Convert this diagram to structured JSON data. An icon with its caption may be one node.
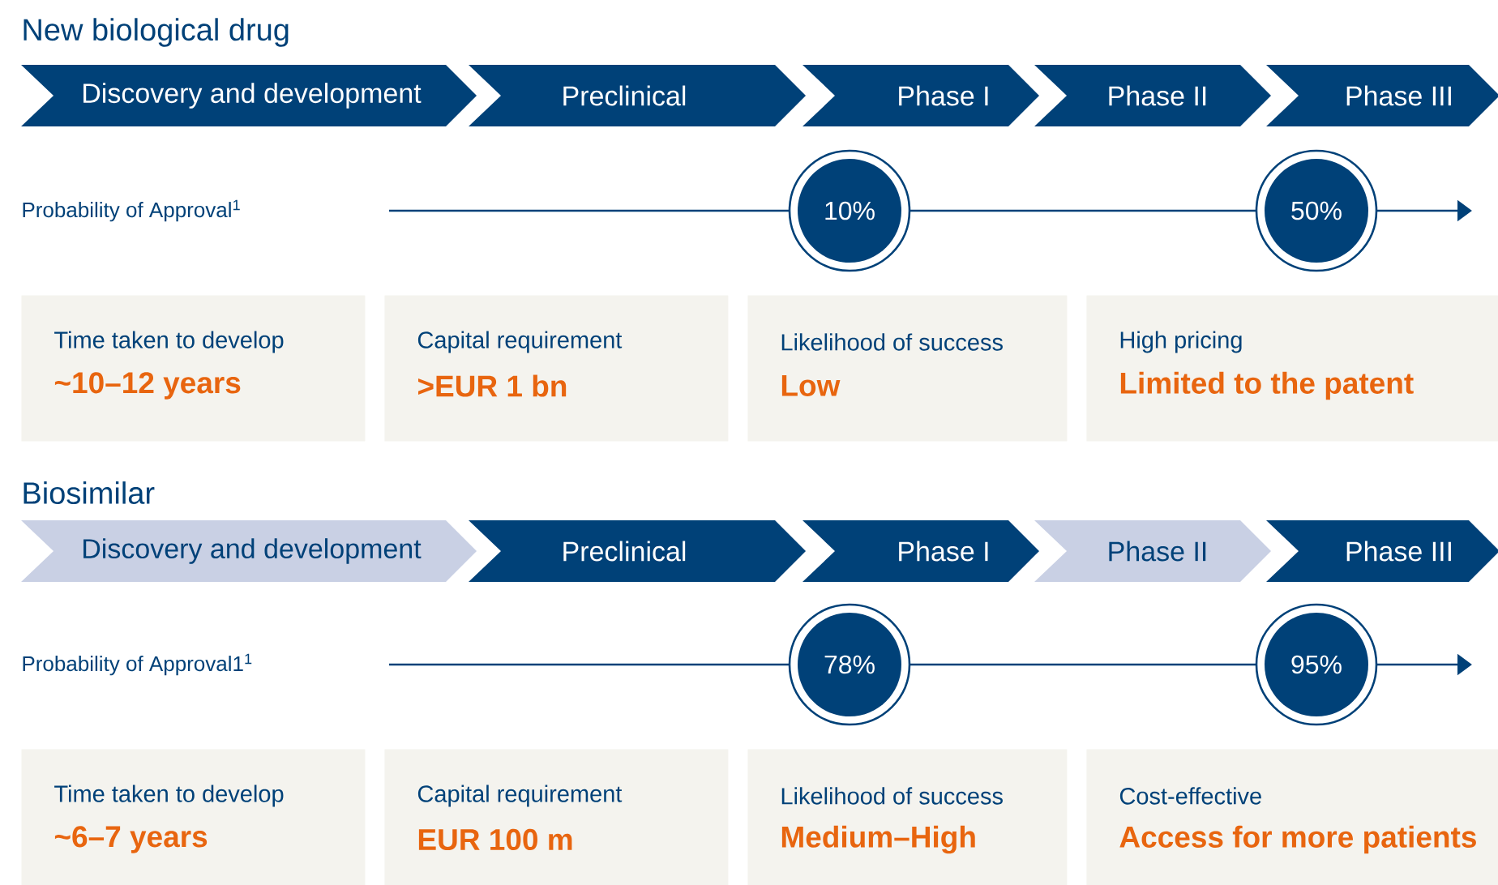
{
  "diagram": {
    "nodes": [
      {
        "text": [
          "Discovery and development"
        ]
      },
      {
        "text": [
          "Preclinical"
        ]
      },
      {
        "text": [
          "Phase I"
        ]
      },
      {
        "text": [
          "Phase II"
        ]
      },
      {
        "text": [
          "Phase III"
        ]
      },
      {
        "text": [
          "10%"
        ]
      },
      {
        "text": [
          "50%"
        ]
      },
      {
        "text": [
          "Time taken to develop",
          "~10–12 years"
        ]
      },
      {
        "text": [
          "Capital requirement",
          ">EUR 1 bn"
        ]
      },
      {
        "text": [
          "Likelihood of success",
          "Low"
        ]
      },
      {
        "text": [
          "High pricing",
          "Limited to the patent"
        ]
      },
      {
        "text": [
          "Discovery and development"
        ]
      },
      {
        "text": [
          "Preclinical"
        ]
      },
      {
        "text": [
          "Phase I"
        ]
      },
      {
        "text": [
          "Phase II"
        ]
      },
      {
        "text": [
          "Phase III"
        ]
      },
      {
        "text": [
          "78%"
        ]
      },
      {
        "text": [
          "95%"
        ]
      },
      {
        "text": [
          "Time taken to develop",
          "~6–7 years"
        ]
      },
      {
        "text": [
          "Capital requirement",
          "EUR 100 m"
        ]
      },
      {
        "text": [
          "Likelihood of success",
          "Medium–High"
        ]
      },
      {
        "text": [
          "Cost-effective",
          "Access for more patients"
        ]
      }
    ],
    "labels": [
      "New biological drug",
      "Probability of Approval$^{1}$",
      "Biosimilar",
      "Probability of Approval1$^{1}$"
    ]
  }
}
